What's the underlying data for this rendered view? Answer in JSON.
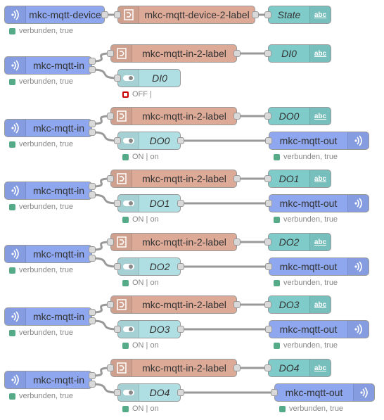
{
  "icons": {
    "mqtt": "mqtt-wireless-icon",
    "function": "function-icon",
    "text": "text-abc-icon",
    "switch": "switch-toggle-icon"
  },
  "colors": {
    "mqtt": "#8ea7ee",
    "function": "#ddaa98",
    "text": "#7fcbc9",
    "switch": "#b0dfe3",
    "status_green": "#55aa88",
    "status_red": "#cc0000"
  },
  "flow": {
    "device_row": {
      "mqtt_label": "mkc-mqtt-device",
      "mqtt_status": "verbunden, true",
      "function_label": "mkc-mqtt-device-2-label",
      "text_label": "State",
      "abc": "abc"
    },
    "groups": [
      {
        "mqtt_in": "mkc-mqtt-in",
        "mqtt_in_status": "verbunden, true",
        "function_label": "mkc-mqtt-in-2-label",
        "text_label": "DI0",
        "abc": "abc",
        "switch_label": "DI0",
        "switch_status": "OFF |"
      },
      {
        "mqtt_in": "mkc-mqtt-in",
        "mqtt_in_status": "verbunden, true",
        "function_label": "mkc-mqtt-in-2-label",
        "text_label": "DO0",
        "abc": "abc",
        "switch_label": "DO0",
        "switch_status": "ON | on",
        "mqtt_out": "mkc-mqtt-out",
        "mqtt_out_status": "verbunden, true"
      },
      {
        "mqtt_in": "mkc-mqtt-in",
        "mqtt_in_status": "verbunden, true",
        "function_label": "mkc-mqtt-in-2-label",
        "text_label": "DO1",
        "abc": "abc",
        "switch_label": "DO1",
        "switch_status": "ON | on",
        "mqtt_out": "mkc-mqtt-out",
        "mqtt_out_status": "verbunden, true"
      },
      {
        "mqtt_in": "mkc-mqtt-in",
        "mqtt_in_status": "verbunden, true",
        "function_label": "mkc-mqtt-in-2-label",
        "text_label": "DO2",
        "abc": "abc",
        "switch_label": "DO2",
        "switch_status": "ON | on",
        "mqtt_out": "mkc-mqtt-out",
        "mqtt_out_status": "verbunden, true"
      },
      {
        "mqtt_in": "mkc-mqtt-in",
        "mqtt_in_status": "verbunden, true",
        "function_label": "mkc-mqtt-in-2-label",
        "text_label": "DO3",
        "abc": "abc",
        "switch_label": "DO3",
        "switch_status": "ON | on",
        "mqtt_out": "mkc-mqtt-out",
        "mqtt_out_status": "verbunden, true"
      },
      {
        "mqtt_in": "mkc-mqtt-in",
        "mqtt_in_status": "verbunden, true",
        "function_label": "mkc-mqtt-in-2-label",
        "text_label": "DO4",
        "abc": "abc",
        "switch_label": "DO4",
        "switch_status": "ON | on",
        "mqtt_out": "mkc-mqtt-out",
        "mqtt_out_status": "verbunden, true"
      }
    ]
  }
}
